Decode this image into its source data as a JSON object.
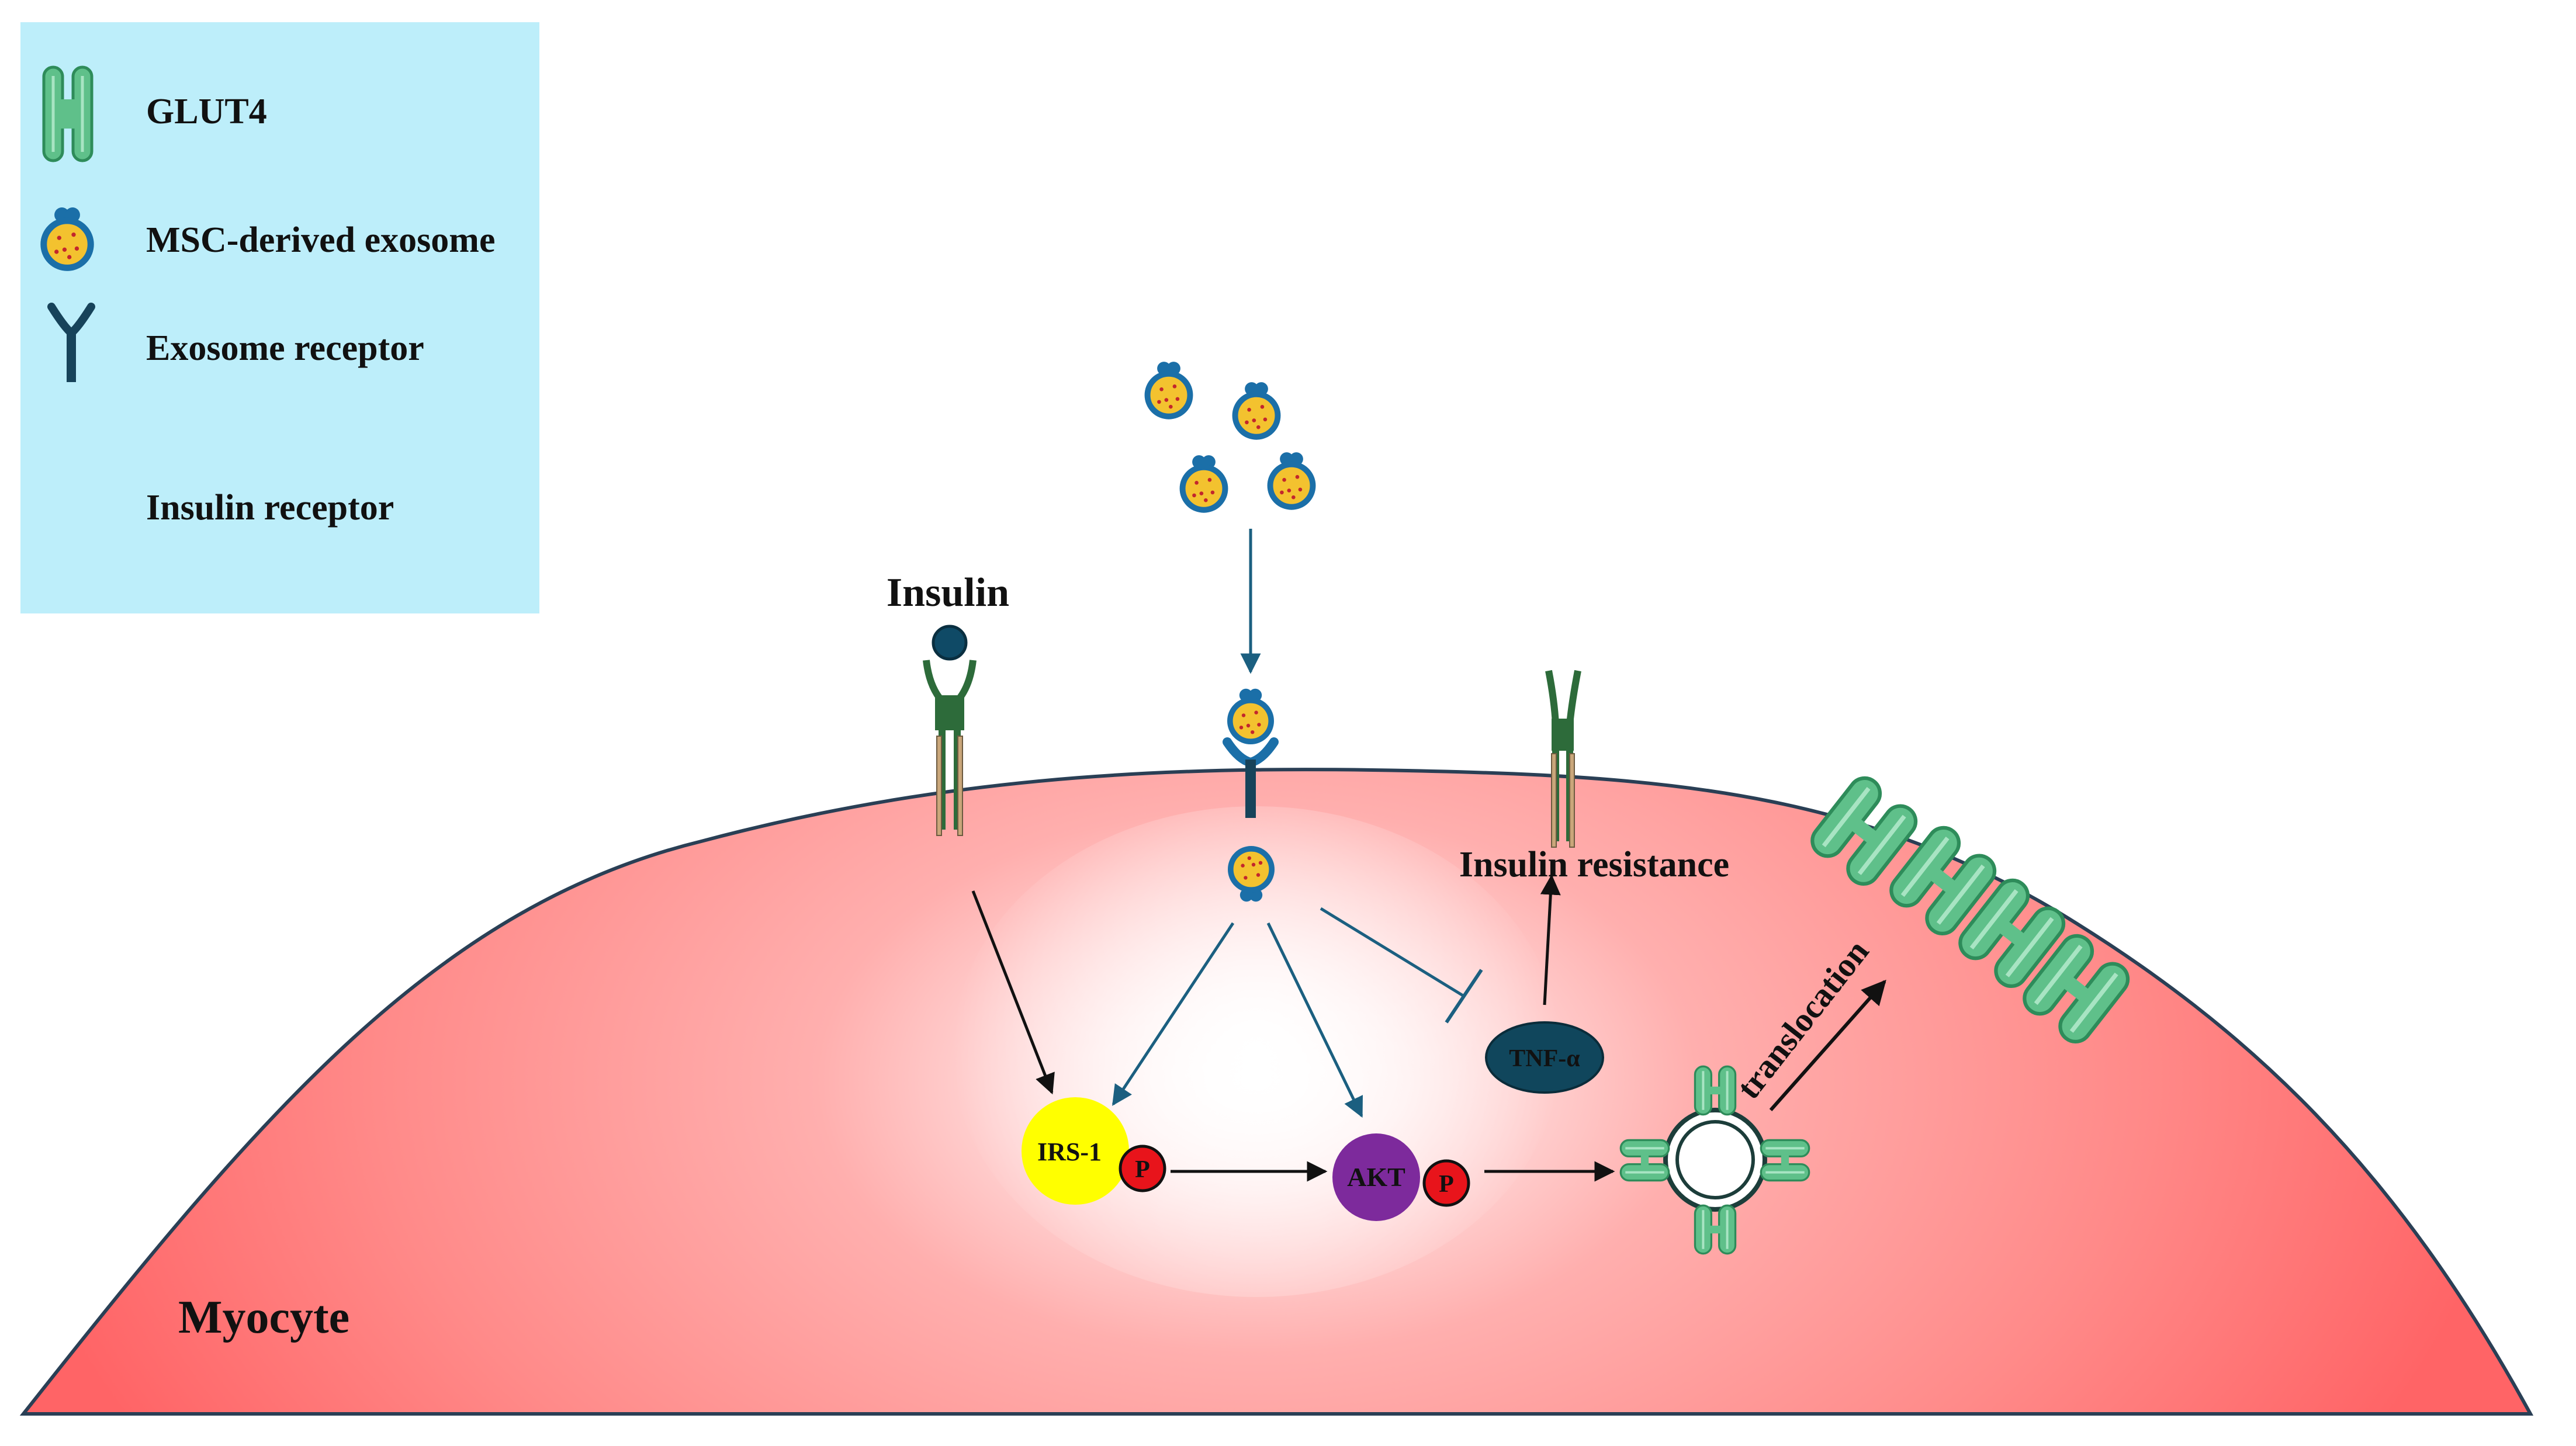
{
  "legend": {
    "items": [
      {
        "icon": "glut4-icon",
        "label": "GLUT4"
      },
      {
        "icon": "exosome-icon",
        "label": "MSC-derived exosome"
      },
      {
        "icon": "exosome-receptor-icon",
        "label": "Exosome receptor"
      },
      {
        "icon": "insulin-receptor-icon",
        "label": "Insulin receptor"
      }
    ]
  },
  "labels": {
    "insulin": "Insulin",
    "insulin_resistance": "Insulin resistance",
    "tnf": "TNF-α",
    "irs1": "IRS-1",
    "akt": "AKT",
    "p": "P",
    "translocation": "translocation",
    "myocyte": "Myocyte"
  },
  "colors": {
    "legend_bg": "#bdeefa",
    "cell_red": "#ff6e70",
    "cell_center": "#ffffff",
    "glut4_green": "#5fc08a",
    "exosome_yellow": "#f3c22f",
    "exosome_blue": "#1b6fa8",
    "receptor_dark": "#17435a",
    "tnf_bg": "#10465c",
    "irs1_yellow": "#ffff00",
    "akt_purple": "#7d2a9c",
    "p_red": "#e8141b",
    "arrow_blue": "#1b5f80"
  }
}
